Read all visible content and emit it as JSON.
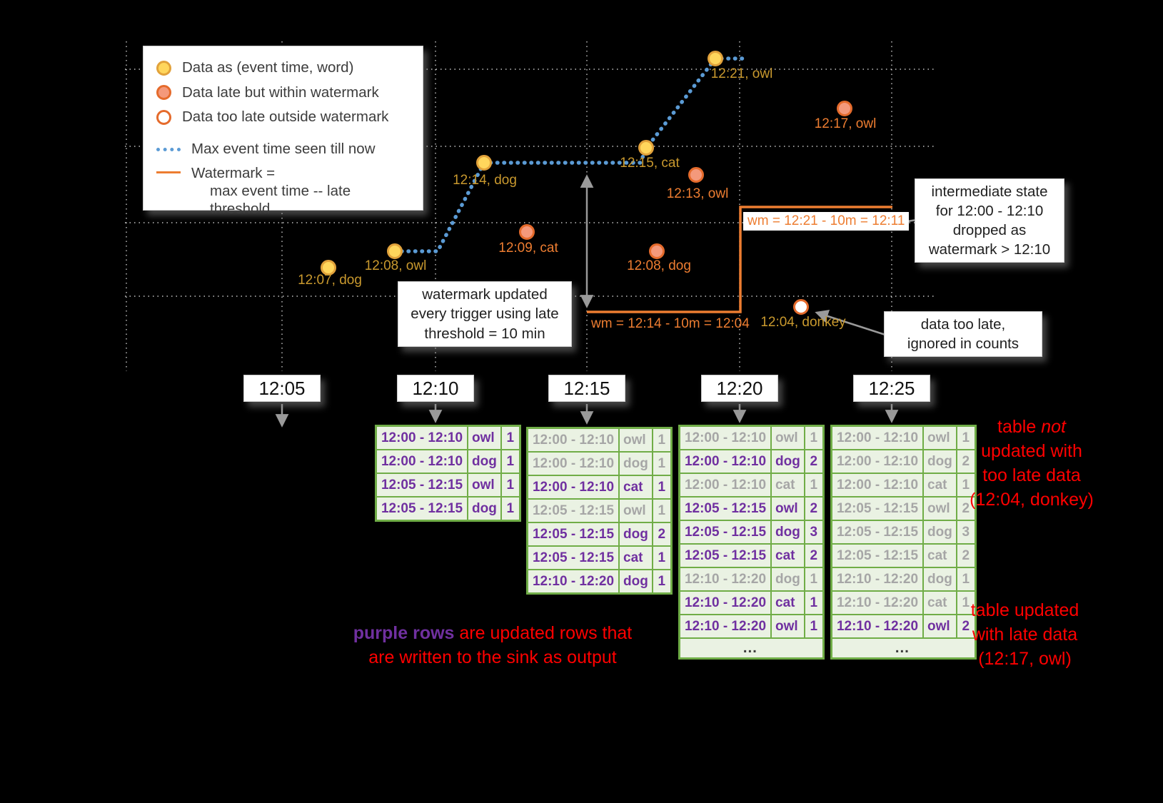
{
  "legend": {
    "point_items": [
      {
        "name": "on-time",
        "label": "Data as (event time, word)"
      },
      {
        "name": "late",
        "label": "Data late but within watermark"
      },
      {
        "name": "too-late",
        "label": "Data too late outside watermark"
      }
    ],
    "line_items": [
      {
        "name": "max-event-time",
        "label": "Max event time seen till now"
      },
      {
        "name": "watermark",
        "label": "Watermark =",
        "label_cont": "max event time -- late threshold"
      }
    ]
  },
  "points": [
    {
      "label": "12:07, dog",
      "kind": "ontime"
    },
    {
      "label": "12:08, owl",
      "kind": "ontime"
    },
    {
      "label": "12:14, dog",
      "kind": "ontime"
    },
    {
      "label": "12:15, cat",
      "kind": "ontime"
    },
    {
      "label": "12:21, owl",
      "kind": "ontime"
    },
    {
      "label": "12:09, cat",
      "kind": "late"
    },
    {
      "label": "12:13, owl",
      "kind": "late"
    },
    {
      "label": "12:08, dog",
      "kind": "late"
    },
    {
      "label": "12:17, owl",
      "kind": "late"
    },
    {
      "label": "12:04, donkey",
      "kind": "toolate"
    }
  ],
  "watermark": {
    "label_first": "wm = 12:14 - 10m = 12:04",
    "label_second": "wm = 12:21 - 10m = 12:11"
  },
  "callouts": {
    "watermark_updated": {
      "line1": "watermark updated",
      "line2": "every trigger using late",
      "line3": "threshold = 10 min"
    },
    "intermediate_state": {
      "line1": "intermediate state",
      "line2": "for 12:00 - 12:10",
      "line3": "dropped as",
      "line4": "watermark > 12:10"
    },
    "too_late": {
      "line1": "data too late,",
      "line2": "ignored in counts"
    }
  },
  "timeline": {
    "labels": [
      "12:05",
      "12:10",
      "12:15",
      "12:20",
      "12:25"
    ]
  },
  "tables": [
    {
      "rows": [
        {
          "window": "12:00 - 12:10",
          "word": "owl",
          "count": "1",
          "updated": true
        },
        {
          "window": "12:00 - 12:10",
          "word": "dog",
          "count": "1",
          "updated": true
        },
        {
          "window": "12:05 - 12:15",
          "word": "owl",
          "count": "1",
          "updated": true
        },
        {
          "window": "12:05 - 12:15",
          "word": "dog",
          "count": "1",
          "updated": true
        }
      ]
    },
    {
      "rows": [
        {
          "window": "12:00 - 12:10",
          "word": "owl",
          "count": "1",
          "updated": false
        },
        {
          "window": "12:00 - 12:10",
          "word": "dog",
          "count": "1",
          "updated": false
        },
        {
          "window": "12:00 - 12:10",
          "word": "cat",
          "count": "1",
          "updated": true
        },
        {
          "window": "12:05 - 12:15",
          "word": "owl",
          "count": "1",
          "updated": false
        },
        {
          "window": "12:05 - 12:15",
          "word": "dog",
          "count": "2",
          "updated": true
        },
        {
          "window": "12:05 - 12:15",
          "word": "cat",
          "count": "1",
          "updated": true
        },
        {
          "window": "12:10 - 12:20",
          "word": "dog",
          "count": "1",
          "updated": true
        }
      ]
    },
    {
      "more": "…",
      "rows": [
        {
          "window": "12:00 - 12:10",
          "word": "owl",
          "count": "1",
          "updated": false
        },
        {
          "window": "12:00 - 12:10",
          "word": "dog",
          "count": "2",
          "updated": true
        },
        {
          "window": "12:00 - 12:10",
          "word": "cat",
          "count": "1",
          "updated": false
        },
        {
          "window": "12:05 - 12:15",
          "word": "owl",
          "count": "2",
          "updated": true
        },
        {
          "window": "12:05 - 12:15",
          "word": "dog",
          "count": "3",
          "updated": true
        },
        {
          "window": "12:05 - 12:15",
          "word": "cat",
          "count": "2",
          "updated": true
        },
        {
          "window": "12:10 - 12:20",
          "word": "dog",
          "count": "1",
          "updated": false
        },
        {
          "window": "12:10 - 12:20",
          "word": "cat",
          "count": "1",
          "updated": true
        },
        {
          "window": "12:10 - 12:20",
          "word": "owl",
          "count": "1",
          "updated": true
        }
      ]
    },
    {
      "more": "…",
      "rows": [
        {
          "window": "12:00 - 12:10",
          "word": "owl",
          "count": "1",
          "updated": false
        },
        {
          "window": "12:00 - 12:10",
          "word": "dog",
          "count": "2",
          "updated": false
        },
        {
          "window": "12:00 - 12:10",
          "word": "cat",
          "count": "1",
          "updated": false
        },
        {
          "window": "12:05 - 12:15",
          "word": "owl",
          "count": "2",
          "updated": false
        },
        {
          "window": "12:05 - 12:15",
          "word": "dog",
          "count": "3",
          "updated": false
        },
        {
          "window": "12:05 - 12:15",
          "word": "cat",
          "count": "2",
          "updated": false
        },
        {
          "window": "12:10 - 12:20",
          "word": "dog",
          "count": "1",
          "updated": false
        },
        {
          "window": "12:10 - 12:20",
          "word": "cat",
          "count": "1",
          "updated": false
        },
        {
          "window": "12:10 - 12:20",
          "word": "owl",
          "count": "2",
          "updated": true
        }
      ]
    }
  ],
  "annotations": {
    "not_updated": {
      "pre": "table ",
      "emph": "not",
      "line2": "updated with",
      "line3": "too late data",
      "line4": "(12:04, donkey)"
    },
    "late_updated": {
      "line1": "table updated",
      "line2": "with late data",
      "line3": "(12:17, owl)"
    },
    "purple_note": {
      "highlight": "purple rows",
      "rest": " are updated rows that",
      "line2": "are written to the sink as output"
    }
  },
  "colors": {
    "on_time_fill": "#FFD65C",
    "late_fill": "#F4997B",
    "too_late_stroke": "#E56B2C",
    "max_event_line": "#5B9BD5",
    "watermark_line": "#ED7D31",
    "table_green": "#70AD47",
    "updated_purple": "#7030A0",
    "stale_gray": "#A6A6A6",
    "note_red": "#FF0000"
  }
}
